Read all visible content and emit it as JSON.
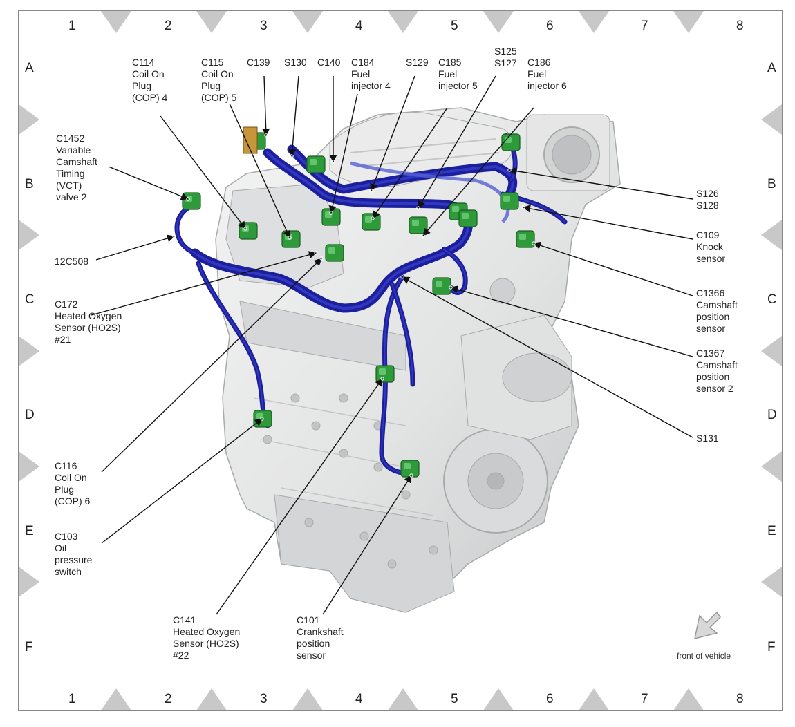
{
  "grid": {
    "columns": [
      "1",
      "2",
      "3",
      "4",
      "5",
      "6",
      "7",
      "8"
    ],
    "rows": [
      "A",
      "B",
      "C",
      "D",
      "E",
      "F"
    ]
  },
  "callouts": [
    {
      "id": "c1452",
      "lines": [
        "C1452",
        "Variable",
        "Camshaft",
        "Timing",
        "(VCT)",
        "valve 2"
      ]
    },
    {
      "id": "c114",
      "lines": [
        "C114",
        "Coil On",
        "Plug",
        "(COP) 4"
      ]
    },
    {
      "id": "c115",
      "lines": [
        "C115",
        "Coil On",
        "Plug",
        "(COP) 5"
      ]
    },
    {
      "id": "c139",
      "lines": [
        "C139"
      ]
    },
    {
      "id": "s130",
      "lines": [
        "S130"
      ]
    },
    {
      "id": "c140",
      "lines": [
        "C140"
      ]
    },
    {
      "id": "c184",
      "lines": [
        "C184",
        "Fuel",
        "injector 4"
      ]
    },
    {
      "id": "s129",
      "lines": [
        "S129"
      ]
    },
    {
      "id": "c185",
      "lines": [
        "C185",
        "Fuel",
        "injector 5"
      ]
    },
    {
      "id": "s125",
      "lines": [
        "S125",
        "S127"
      ]
    },
    {
      "id": "c186",
      "lines": [
        "C186",
        "Fuel",
        "injector 6"
      ]
    },
    {
      "id": "s126",
      "lines": [
        "S126",
        "S128"
      ]
    },
    {
      "id": "c109",
      "lines": [
        "C109",
        "Knock",
        "sensor"
      ]
    },
    {
      "id": "c1366",
      "lines": [
        "C1366",
        "Camshaft",
        "position",
        "sensor"
      ]
    },
    {
      "id": "c1367",
      "lines": [
        "C1367",
        "Camshaft",
        "position",
        "sensor 2"
      ]
    },
    {
      "id": "s131",
      "lines": [
        "S131"
      ]
    },
    {
      "id": "c12c508",
      "lines": [
        "12C508"
      ]
    },
    {
      "id": "c172",
      "lines": [
        "C172",
        "Heated Oxygen",
        "Sensor (HO2S)",
        "#21"
      ]
    },
    {
      "id": "c116",
      "lines": [
        "C116",
        "Coil On",
        "Plug",
        "(COP) 6"
      ]
    },
    {
      "id": "c103",
      "lines": [
        "C103",
        "Oil",
        "pressure",
        "switch"
      ]
    },
    {
      "id": "c141",
      "lines": [
        "C141",
        "Heated Oxygen",
        "Sensor (HO2S)",
        "#22"
      ]
    },
    {
      "id": "c101",
      "lines": [
        "C101",
        "Crankshaft",
        "position",
        "sensor"
      ]
    }
  ],
  "front_of_vehicle": "front of vehicle",
  "colors": {
    "harness": "#1c1f9c",
    "harness_light": "#3a42d0",
    "connector": "#2e9a3a",
    "connector_light": "#6fd07a",
    "engine": "#e2e3e3",
    "engine_shade": "#c4c6c7",
    "engine_edge": "#a8aaab",
    "frame_mark": "#c8c8c8",
    "leader": "#111111"
  }
}
